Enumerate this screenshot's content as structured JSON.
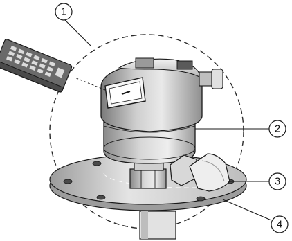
{
  "callouts": [
    {
      "label": "1"
    },
    {
      "label": "2"
    },
    {
      "label": "3"
    },
    {
      "label": "4"
    }
  ],
  "colors": {
    "metal_dark": "#6b6b6b",
    "metal_mid": "#a9a9a9",
    "metal_light": "#e6e6e6",
    "outline": "#1a1a1a",
    "display_face": "#f4f4f4",
    "programmer_body": "#3a3a3a"
  },
  "icons": {
    "programmer": "handheld-programmer-icon",
    "transmitter": "radar-transmitter-icon"
  }
}
